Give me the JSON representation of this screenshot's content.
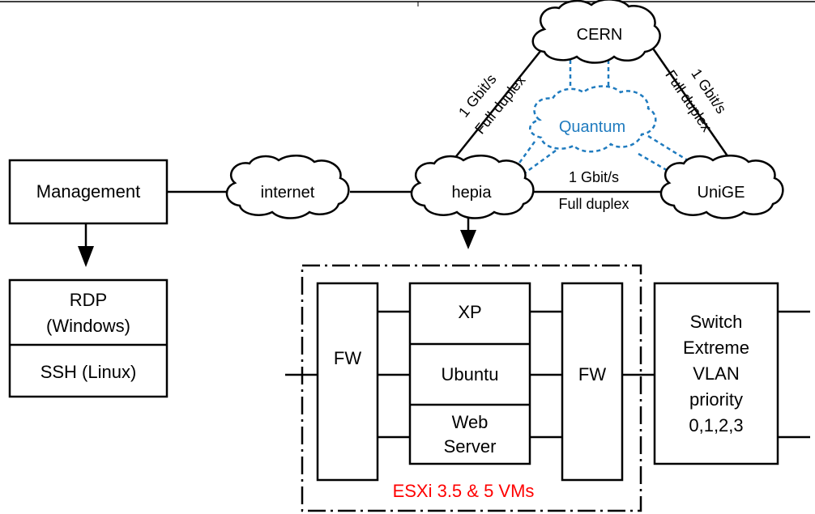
{
  "nodes": {
    "management": "Management",
    "internet": "internet",
    "hepia": "hepia",
    "cern": "CERN",
    "unige": "UniGE",
    "quantum": "Quantum"
  },
  "links": {
    "hepia_cern": {
      "speed": "1 Gbit/s",
      "mode": "Full duplex"
    },
    "cern_unige": {
      "speed": "1 Gbit/s",
      "mode": "Full duplex"
    },
    "hepia_unige": {
      "speed": "1 Gbit/s",
      "mode": "Full duplex"
    }
  },
  "access": {
    "rdp": [
      "RDP",
      "(Windows)"
    ],
    "ssh": "SSH (Linux)"
  },
  "esxi": {
    "fw_left": "FW",
    "fw_right": "FW",
    "vms": [
      "XP",
      "Ubuntu",
      "Web",
      "Server"
    ],
    "caption": "ESXi 3.5 & 5 VMs"
  },
  "switch": [
    "Switch",
    "Extreme",
    "VLAN",
    "priority",
    "0,1,2,3"
  ],
  "colors": {
    "line": "#000000",
    "quantum": "#1f7bbf",
    "esxi_caption": "#ff0000"
  }
}
